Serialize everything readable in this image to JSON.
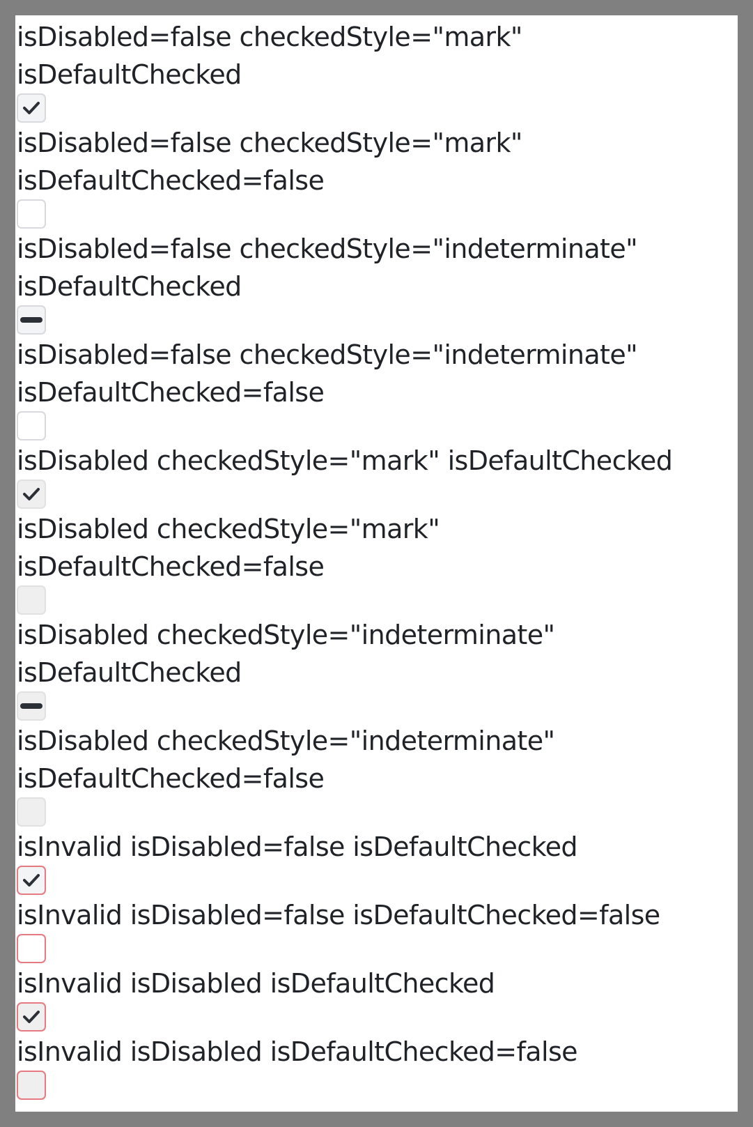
{
  "items": [
    {
      "label": "isDisabled=false checkedStyle=\"mark\" isDefaultChecked",
      "state": "mark",
      "disabled": false,
      "invalid": false
    },
    {
      "label": "isDisabled=false checkedStyle=\"mark\" isDefaultChecked=false",
      "state": "none",
      "disabled": false,
      "invalid": false
    },
    {
      "label": "isDisabled=false checkedStyle=\"indeterminate\" isDefaultChecked",
      "state": "dash",
      "disabled": false,
      "invalid": false
    },
    {
      "label": "isDisabled=false checkedStyle=\"indeterminate\" isDefaultChecked=false",
      "state": "none",
      "disabled": false,
      "invalid": false
    },
    {
      "label": "isDisabled checkedStyle=\"mark\" isDefaultChecked",
      "state": "mark",
      "disabled": true,
      "invalid": false
    },
    {
      "label": "isDisabled checkedStyle=\"mark\" isDefaultChecked=false",
      "state": "none",
      "disabled": true,
      "invalid": false
    },
    {
      "label": "isDisabled checkedStyle=\"indeterminate\" isDefaultChecked",
      "state": "dash",
      "disabled": true,
      "invalid": false
    },
    {
      "label": "isDisabled checkedStyle=\"indeterminate\" isDefaultChecked=false",
      "state": "none",
      "disabled": true,
      "invalid": false
    },
    {
      "label": "isInvalid isDisabled=false isDefaultChecked",
      "state": "mark",
      "disabled": false,
      "invalid": true
    },
    {
      "label": "isInvalid isDisabled=false isDefaultChecked=false",
      "state": "none",
      "disabled": false,
      "invalid": true
    },
    {
      "label": "isInvalid isDisabled isDefaultChecked",
      "state": "mark",
      "disabled": true,
      "invalid": true
    },
    {
      "label": "isInvalid isDisabled isDefaultChecked=false",
      "state": "none",
      "disabled": true,
      "invalid": true
    }
  ],
  "colors": {
    "page_background": "#808080",
    "panel_background": "#ffffff",
    "text": "#1f2328",
    "checkbox_border": "#d7d9dd",
    "checkbox_disabled_bg": "#efefef",
    "invalid_border": "#e67a80",
    "glyph": "#2b2f36"
  },
  "icons": {
    "mark": "checkmark-icon",
    "dash": "indeterminate-dash-icon"
  }
}
